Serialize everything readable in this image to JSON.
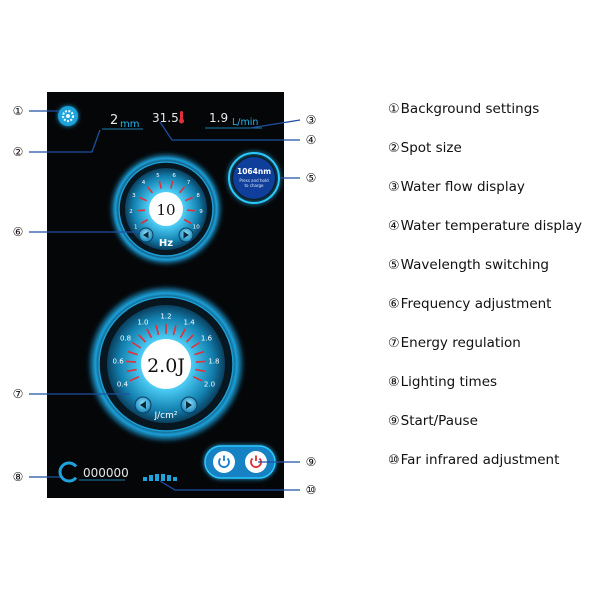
{
  "display": {
    "spot_value": "2",
    "spot_unit": "mm",
    "temp_value": "31.5",
    "flow_value": "1.9",
    "flow_unit": "L/min",
    "wavelength_title": "1064nm",
    "wavelength_hint_1": "Press and hold",
    "wavelength_hint_2": "to charge",
    "frequency_value": "10",
    "frequency_unit": "Hz",
    "frequency_ticks": [
      "1",
      "2",
      "3",
      "4",
      "5",
      "6",
      "7",
      "8",
      "9",
      "10"
    ],
    "energy_value": "2.0J",
    "energy_unit": "J/cm²",
    "energy_ticks": [
      "0.4",
      "0.6",
      "0.8",
      "1.0",
      "1.2",
      "1.4",
      "1.6",
      "1.8",
      "2.0"
    ],
    "counter_value": "000000"
  },
  "colors": {
    "accent": "#1fb6ee",
    "glow": "#29c8ff",
    "dial_red": "#e0303a",
    "screen_bg": "#050608"
  },
  "icons": {
    "settings": "gear-icon",
    "temperature": "thermometer-icon",
    "counter": "counter-ring-icon",
    "start_pause": "power-icon",
    "far_infrared": "signal-bars-icon",
    "decrease": "arrow-left-icon",
    "increase": "arrow-right-icon"
  },
  "callouts": [
    "①",
    "②",
    "③",
    "④",
    "⑤",
    "⑥",
    "⑦",
    "⑧",
    "⑨",
    "⑩"
  ],
  "legend": [
    {
      "num": "①",
      "label": "Background settings"
    },
    {
      "num": "②",
      "label": "Spot size"
    },
    {
      "num": "③",
      "label": "Water flow display"
    },
    {
      "num": "④",
      "label": "Water temperature display"
    },
    {
      "num": "⑤",
      "label": "Wavelength switching"
    },
    {
      "num": "⑥",
      "label": "Frequency adjustment"
    },
    {
      "num": "⑦",
      "label": "Energy regulation"
    },
    {
      "num": "⑧",
      "label": "Lighting times"
    },
    {
      "num": "⑨",
      "label": "Start/Pause"
    },
    {
      "num": "⑩",
      "label": "Far infrared adjustment"
    }
  ]
}
